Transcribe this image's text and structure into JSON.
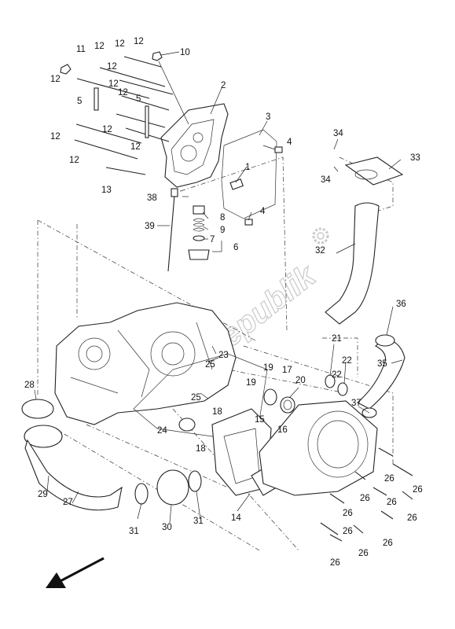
{
  "watermark": {
    "text": "PartsRepublik",
    "gear_icon": "gear-icon"
  },
  "callouts": [
    "1",
    "2",
    "3",
    "4",
    "4",
    "5",
    "5",
    "6",
    "7",
    "8",
    "9",
    "10",
    "11",
    "12",
    "12",
    "12",
    "12",
    "12",
    "12",
    "12",
    "12",
    "12",
    "12",
    "12",
    "13",
    "14",
    "15",
    "16",
    "17",
    "18",
    "18",
    "19",
    "19",
    "20",
    "21",
    "22",
    "22",
    "23",
    "24",
    "25",
    "25",
    "26",
    "26",
    "26",
    "26",
    "26",
    "26",
    "26",
    "26",
    "26",
    "26",
    "27",
    "28",
    "29",
    "30",
    "31",
    "31",
    "32",
    "33",
    "34",
    "34",
    "35",
    "36",
    "37",
    "38",
    "39"
  ],
  "icons": {
    "direction_arrow": "front-direction-arrow-icon"
  }
}
